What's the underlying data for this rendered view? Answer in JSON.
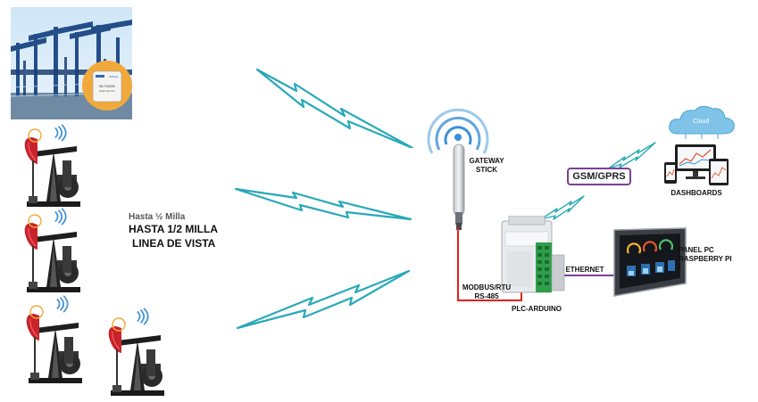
{
  "photo": {
    "badge": {
      "line1": "SIGNAL",
      "line2": "WLT-NODE",
      "line3": "Night Monitor"
    }
  },
  "range": {
    "ghost_text": "Hasta ½ Milla",
    "line1": "HASTA 1/2 MILLA",
    "line2": "LINEA DE VISTA"
  },
  "gateway": {
    "line1": "GATEWAY",
    "line2": "STICK"
  },
  "gsm": {
    "label": "GSM/GPRS"
  },
  "cloud": {
    "label": "Cloud"
  },
  "dashboards": {
    "label": "DASHBOARDS"
  },
  "panel": {
    "line1": "PANEL PC",
    "line2": "RASPBERRY PI"
  },
  "ethernet": {
    "label": "ETHERNET"
  },
  "modbus": {
    "line1": "MODBUS/RTU",
    "line2": "RS-485"
  },
  "plc": {
    "label": "PLC-ARDUINO"
  },
  "colors": {
    "bolt": "#29a9b8",
    "wifi": "#3a8fd8",
    "pump": "#c8232c",
    "gsm_border": "#7b3f98",
    "ethernet_line": "#7b3f98",
    "modbus_line": "#e32119"
  }
}
